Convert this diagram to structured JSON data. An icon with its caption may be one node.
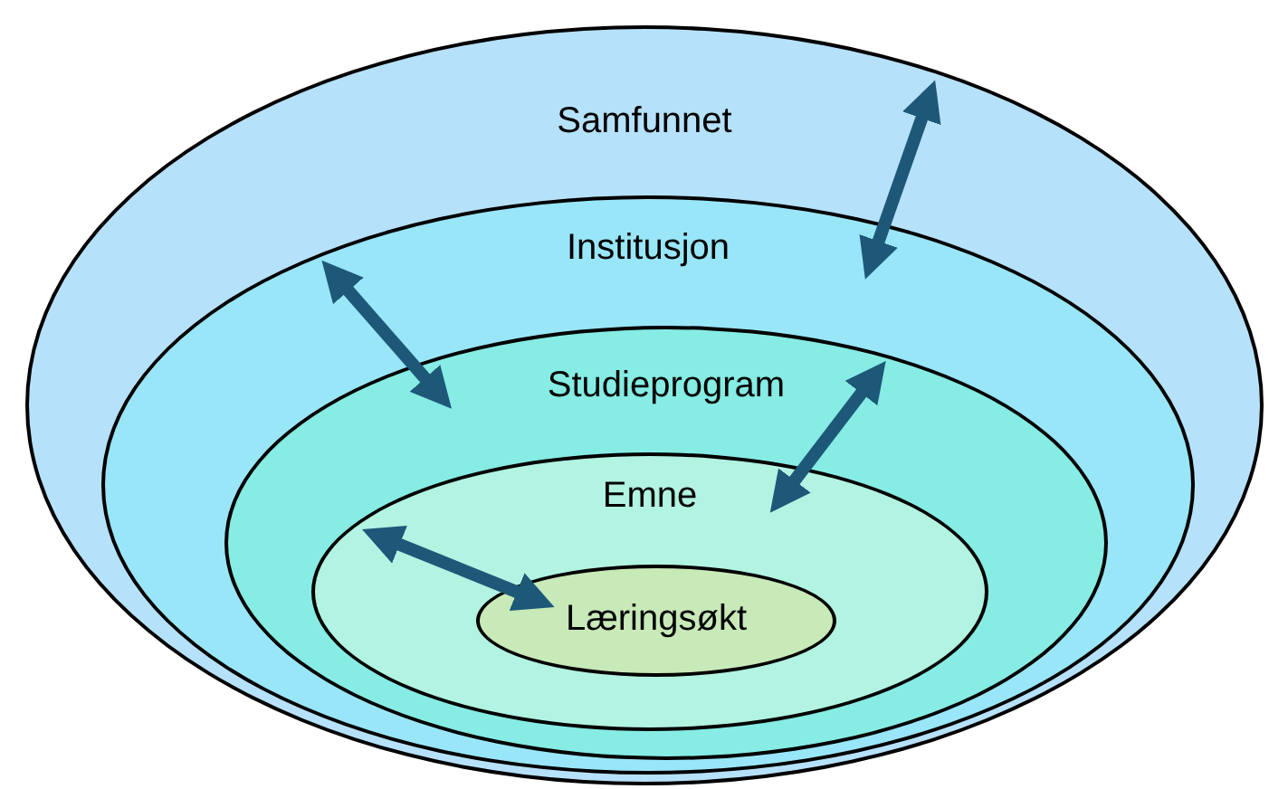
{
  "diagram": {
    "nodes": [
      {
        "text": [
          "Samfunnet"
        ]
      },
      {
        "text": [
          "Institusjon"
        ],
        "in": 0
      },
      {
        "text": [
          "Studieprogram"
        ],
        "in": 1
      },
      {
        "text": [
          "Emne"
        ],
        "in": 2
      },
      {
        "text": [
          "Læringsøkt"
        ],
        "in": 3
      }
    ],
    "edges": [
      {
        "from": 0,
        "to": 1,
        "arrow": "both"
      },
      {
        "from": 1,
        "to": 2,
        "arrow": "both"
      },
      {
        "from": 2,
        "to": 3,
        "arrow": "both"
      },
      {
        "from": 3,
        "to": 4,
        "arrow": "both"
      }
    ]
  }
}
